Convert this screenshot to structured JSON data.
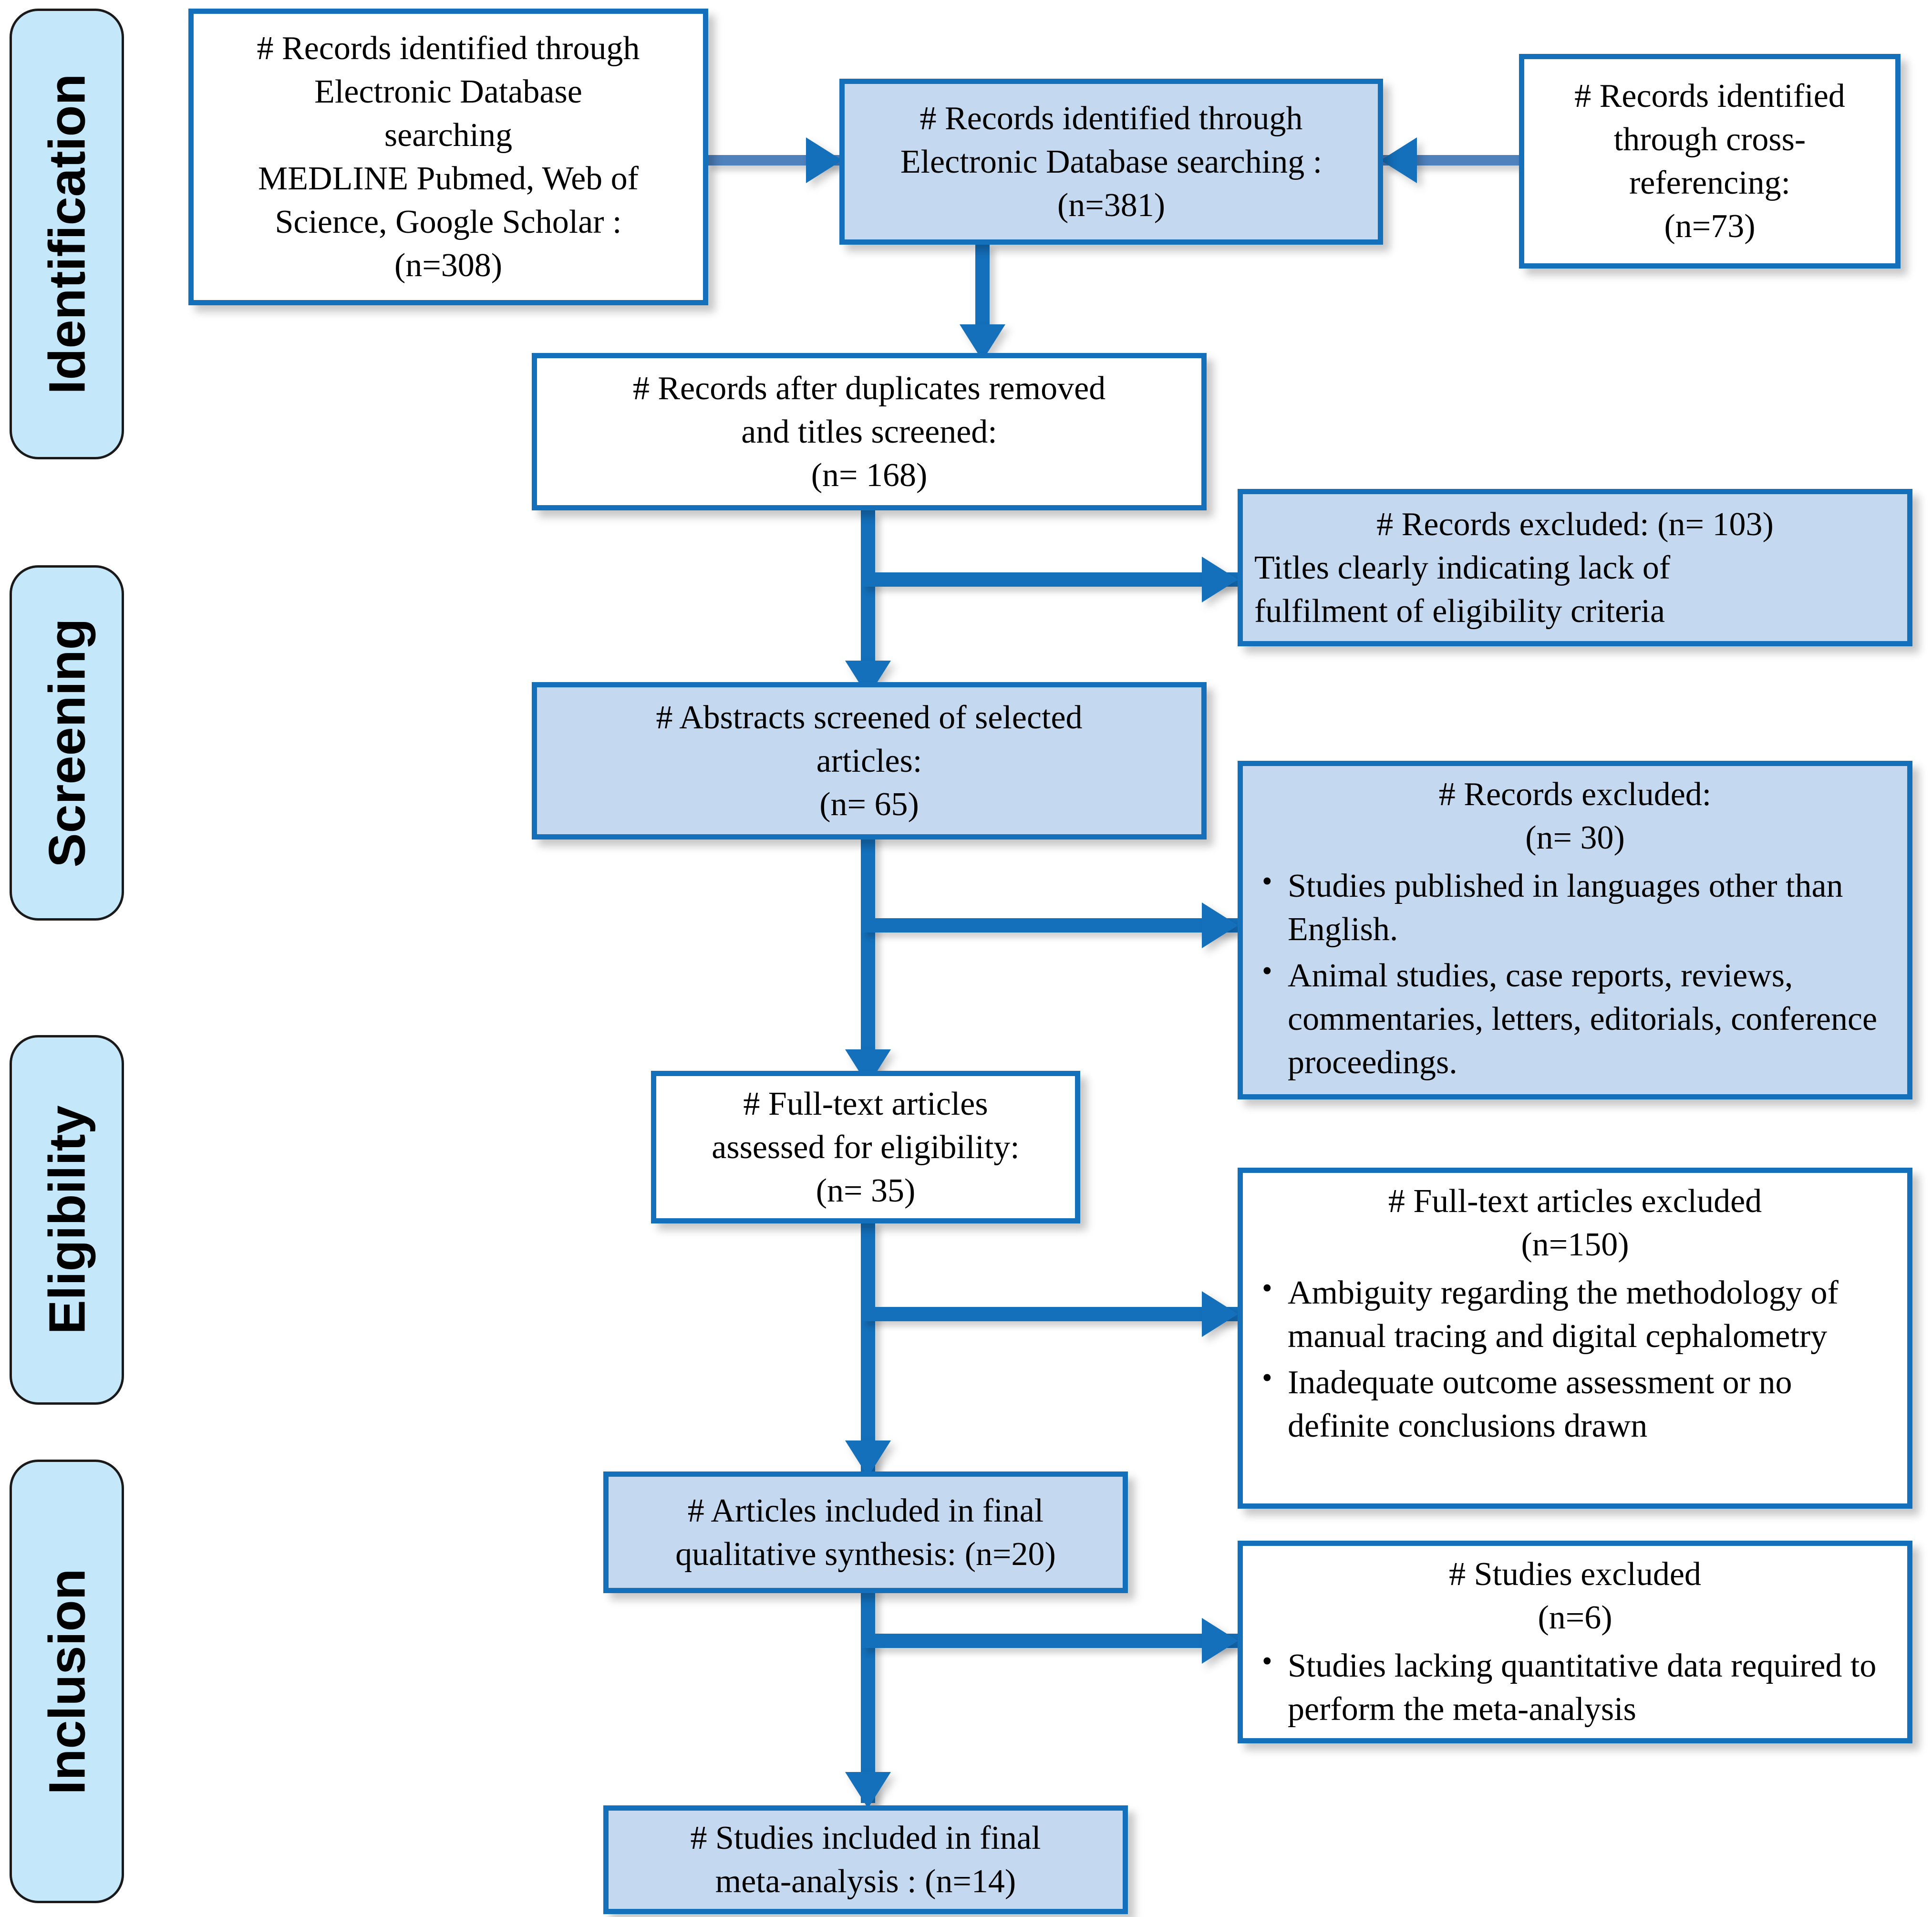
{
  "diagram": {
    "type": "prisma-flow-diagram",
    "accent_color": "#1470bb",
    "box_fill_blue": "#c4d9ef",
    "box_fill_white": "#ffffff",
    "phase_pill_fill": "#c5e7fa"
  },
  "phases": [
    {
      "id": "identification",
      "label": "Identification"
    },
    {
      "id": "screening",
      "label": "Screening"
    },
    {
      "id": "eligibility",
      "label": "Eligibility"
    },
    {
      "id": "inclusion",
      "label": "Inclusion"
    }
  ],
  "boxes": {
    "db_search": {
      "lines": [
        "# Records identified through",
        "Electronic Database",
        "searching",
        "MEDLINE  Pubmed, Web of",
        "Science, Google Scholar :",
        "(n=308)"
      ],
      "n": 308,
      "fill": "white"
    },
    "combined_records": {
      "lines": [
        "# Records identified through",
        "Electronic Database searching :",
        "(n=381)"
      ],
      "n": 381,
      "fill": "blue"
    },
    "cross_referencing": {
      "lines": [
        "# Records identified",
        "through cross-",
        "referencing:",
        "(n=73)"
      ],
      "n": 73,
      "fill": "white"
    },
    "duplicates_removed": {
      "lines": [
        "# Records after duplicates removed",
        "and titles screened:",
        "(n= 168)"
      ],
      "n": 168,
      "fill": "white"
    },
    "excluded_titles": {
      "lines": [
        "# Records excluded: (n= 103)",
        "Titles clearly indicating lack of",
        "fulfilment of eligibility criteria"
      ],
      "n": 103,
      "fill": "blue"
    },
    "abstracts_screened": {
      "lines": [
        "# Abstracts screened of selected",
        "articles:",
        "(n= 65)"
      ],
      "n": 65,
      "fill": "blue"
    },
    "excluded_abstracts": {
      "head_lines": [
        "# Records excluded:",
        "(n= 30)"
      ],
      "n": 30,
      "bullets": [
        "Studies published in languages other than English.",
        "Animal studies, case reports, reviews, commentaries, letters, editorials, conference proceedings."
      ],
      "fill": "blue"
    },
    "fulltext_assessed": {
      "lines": [
        "# Full-text articles",
        "assessed  for eligibility:",
        "(n= 35)"
      ],
      "n": 35,
      "fill": "white"
    },
    "fulltext_excluded": {
      "head_lines": [
        "# Full-text articles excluded",
        "(n=150)"
      ],
      "n": 150,
      "bullets": [
        "Ambiguity regarding the methodology of manual tracing and digital cephalometry",
        "Inadequate outcome assessment or no definite conclusions drawn"
      ],
      "fill": "white"
    },
    "qualitative_synthesis": {
      "lines": [
        "# Articles included in final",
        "qualitative synthesis:  (n=20)"
      ],
      "n": 20,
      "fill": "blue"
    },
    "studies_excluded": {
      "head_lines": [
        "# Studies excluded",
        "(n=6)"
      ],
      "n": 6,
      "bullets": [
        "Studies lacking quantitative data required to perform the meta-analysis"
      ],
      "fill": "white"
    },
    "meta_analysis": {
      "lines": [
        "# Studies included in final",
        "meta-analysis  : (n=14)"
      ],
      "n": 14,
      "fill": "blue"
    }
  }
}
